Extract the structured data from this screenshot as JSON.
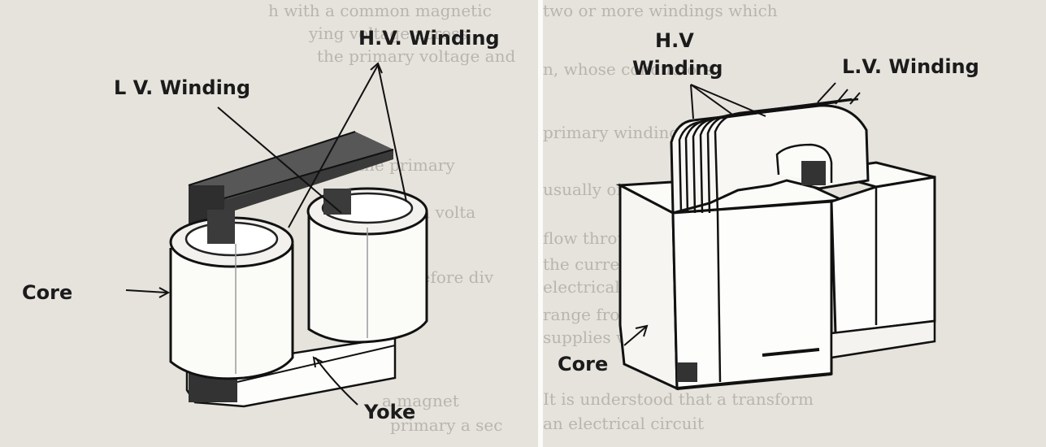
{
  "left_figure": {
    "labels": {
      "hv_winding": "H.V. Winding",
      "lv_winding": "L V. Winding",
      "core": "Core",
      "yoke": "Yoke"
    }
  },
  "right_figure": {
    "labels": {
      "hv_winding_line1": "H.V",
      "hv_winding_line2": "Winding",
      "lv_winding": "L.V. Winding",
      "core": "Core"
    }
  },
  "colors": {
    "ink": "#1b1b1b",
    "paper": "#e6e3dd",
    "gutter": "#fbfbf9"
  }
}
